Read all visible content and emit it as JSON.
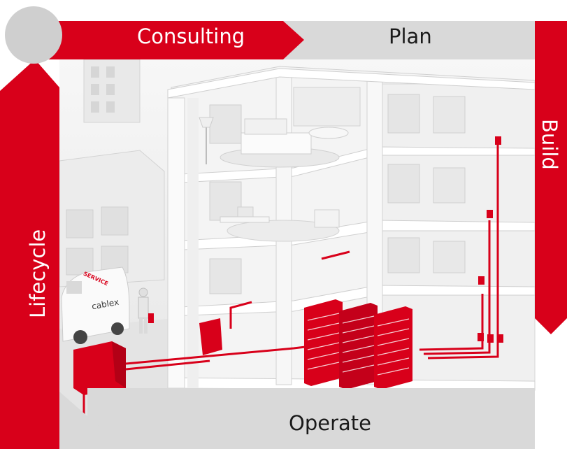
{
  "phases": {
    "consulting": "Consulting",
    "plan": "Plan",
    "build": "Build",
    "operate": "Operate",
    "lifecycle": "Lifecycle"
  },
  "van": {
    "service_text": "SERVICE",
    "brand_text": "cablex"
  },
  "colors": {
    "accent_red": "#d8001a",
    "band_grey": "#d9d9d9",
    "building_white": "#f2f2f2",
    "start_circle": "#cfcfcf"
  }
}
